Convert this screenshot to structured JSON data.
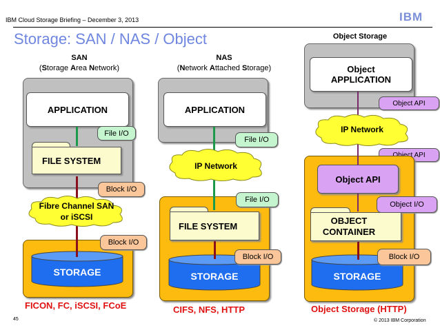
{
  "header": {
    "briefing": "IBM Cloud Storage Briefing – December 3, 2013",
    "logo": "IBM",
    "title": "Storage:  SAN / NAS / Object"
  },
  "san": {
    "heading": "SAN",
    "subheading_parts": [
      "(",
      "S",
      "torage ",
      "A",
      "rea ",
      "N",
      "etwork)"
    ],
    "application": "APPLICATION",
    "file_io": "File I/O",
    "file_system": "FILE SYSTEM",
    "block_io_1": "Block  I/O",
    "network_line1": "Fibre Channel SAN",
    "network_line2": "or iSCSI",
    "block_io_2": "Block  I/O",
    "storage": "STORAGE",
    "protocols": "FICON, FC, iSCSI, FCoE"
  },
  "nas": {
    "heading": "NAS",
    "subheading_parts": [
      "(",
      "N",
      "etwork ",
      "A",
      "ttached ",
      "S",
      "torage)"
    ],
    "application": "APPLICATION",
    "file_io_1": "File I/O",
    "network": "IP Network",
    "file_io_2": "File I/O",
    "file_system": "FILE SYSTEM",
    "block_io": "Block  I/O",
    "storage": "STORAGE",
    "protocols": "CIFS, NFS, HTTP"
  },
  "object": {
    "heading": "Object Storage",
    "application_line1": "Object",
    "application_line2": "APPLICATION",
    "object_api_1": "Object API",
    "network": "IP Network",
    "object_api_2": "Object API",
    "api_box": "Object API",
    "object_io": "Object I/O",
    "container_line1": "OBJECT",
    "container_line2": "CONTAINER",
    "block_io": "Block  I/O",
    "storage": "STORAGE",
    "protocols": "Object Storage (HTTP)"
  },
  "footer": {
    "page_number": "45",
    "copyright": "© 2013 IBM Corporation"
  },
  "colors": {
    "title_blue": "#6f86e0",
    "protocol_red": "#e01010",
    "storage_blue": "#1f6ef0",
    "container_orange": "#fdbb10",
    "host_gray": "#c0c0c0",
    "cloud_yellow": "#ffff33"
  }
}
